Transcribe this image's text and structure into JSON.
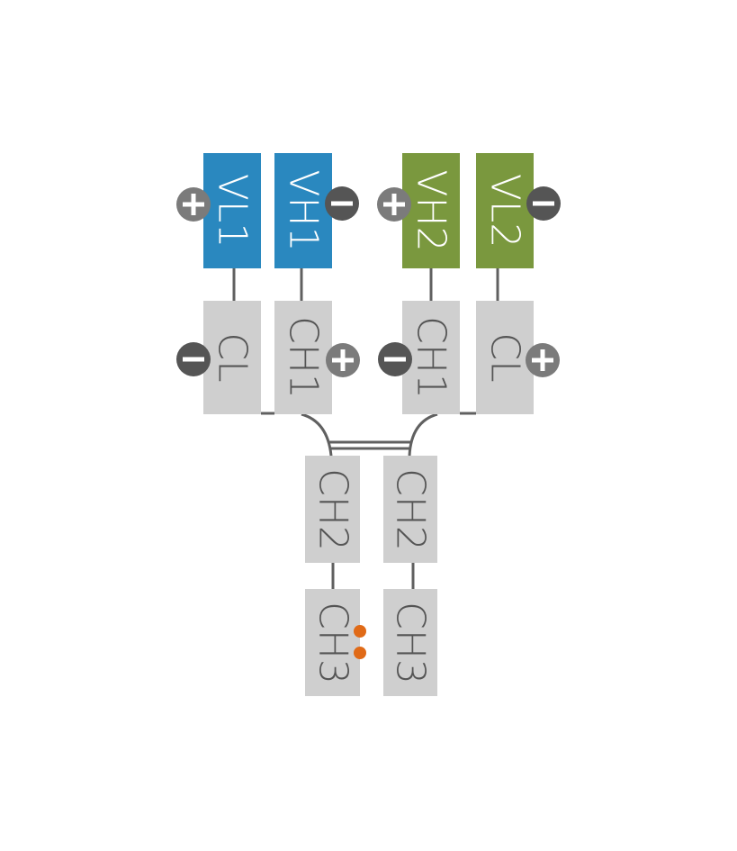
{
  "colors": {
    "blue": "#2a88bf",
    "green": "#7a983e",
    "gray_box": "#cfcfcf",
    "line": "#606060",
    "plus_badge": "#7b7b7b",
    "minus_badge": "#555555",
    "orange": "#e06a17",
    "text_light": "#ffffff",
    "text_dark": "#555555"
  },
  "top_row": [
    {
      "id": "vl1",
      "label": "VL1",
      "color": "blue",
      "terminal": "plus",
      "terminal_side": "left"
    },
    {
      "id": "vh1",
      "label": "VH1",
      "color": "blue",
      "terminal": "minus",
      "terminal_side": "right"
    },
    {
      "id": "vh2",
      "label": "VH2",
      "color": "green",
      "terminal": "plus",
      "terminal_side": "left"
    },
    {
      "id": "vl2",
      "label": "VL2",
      "color": "green",
      "terminal": "minus",
      "terminal_side": "right"
    }
  ],
  "middle_row": [
    {
      "id": "cl-left",
      "label": "CL",
      "terminal": "minus",
      "terminal_side": "left"
    },
    {
      "id": "ch1-left",
      "label": "CH1",
      "terminal": "plus",
      "terminal_side": "right"
    },
    {
      "id": "ch1-right",
      "label": "CH1",
      "terminal": "minus",
      "terminal_side": "left"
    },
    {
      "id": "cl-right",
      "label": "CL",
      "terminal": "plus",
      "terminal_side": "right"
    }
  ],
  "ch2_row": [
    {
      "id": "ch2-left",
      "label": "CH2"
    },
    {
      "id": "ch2-right",
      "label": "CH2"
    }
  ],
  "ch3_row": [
    {
      "id": "ch3-left",
      "label": "CH3",
      "marker": "two-dot"
    },
    {
      "id": "ch3-right",
      "label": "CH3"
    }
  ]
}
